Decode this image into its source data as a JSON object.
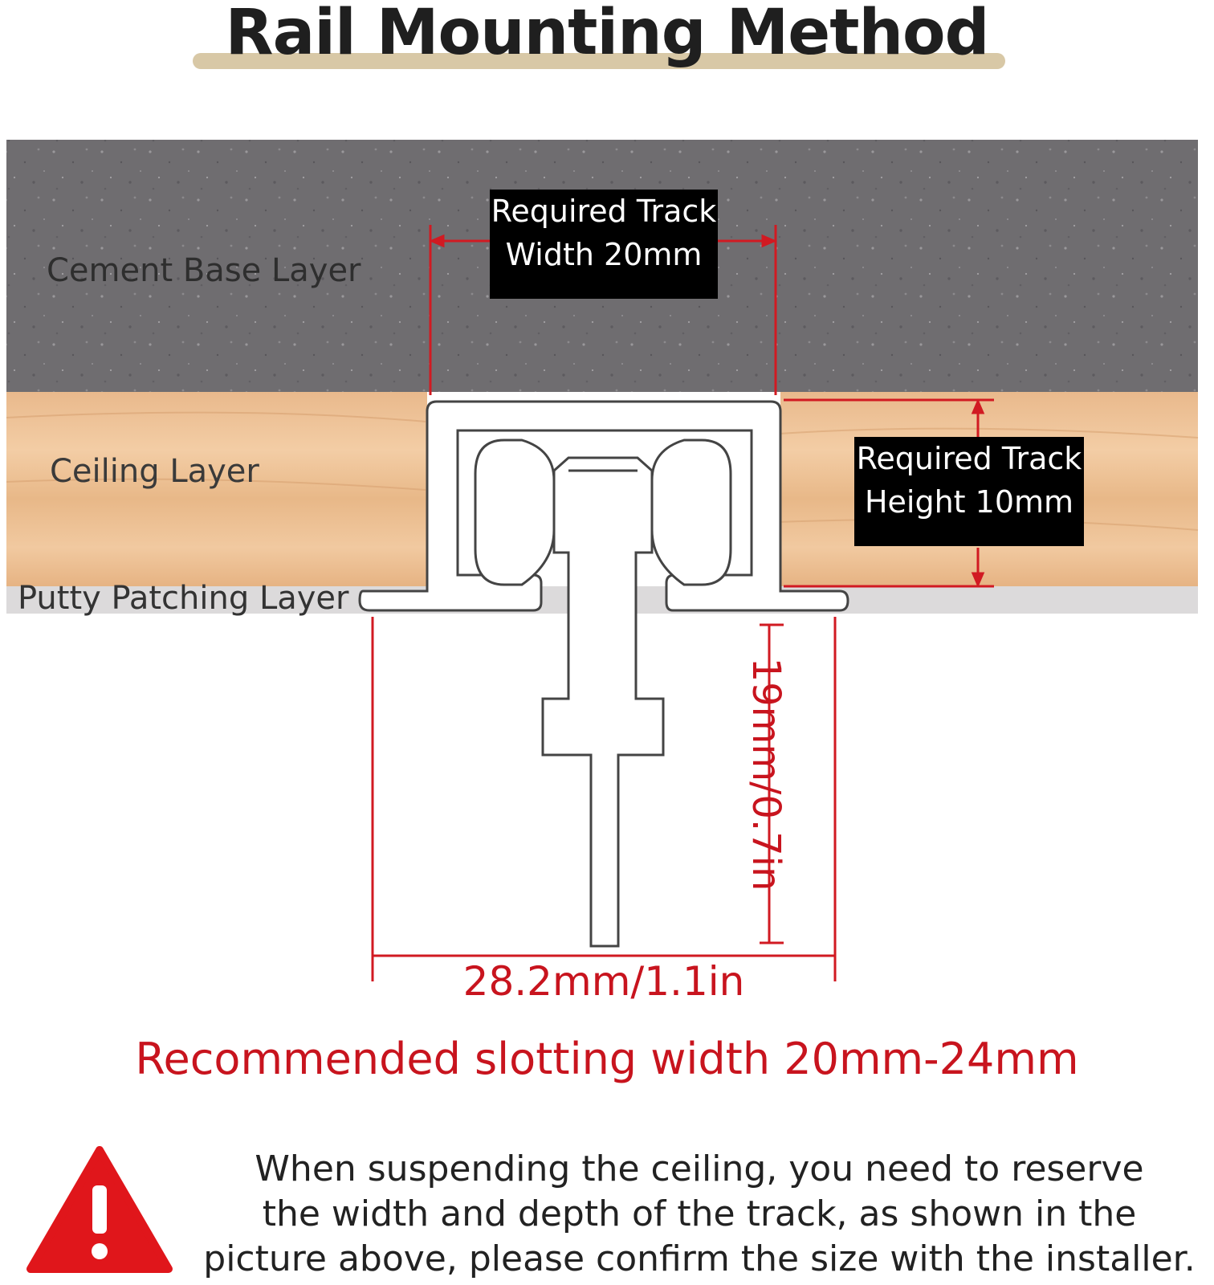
{
  "title": "Rail Mounting Method",
  "layers": {
    "cement": "Cement Base Layer",
    "ceiling": "Ceiling Layer",
    "putty": "Putty Patching Layer"
  },
  "dimensions": {
    "track_width_line1": "Required Track",
    "track_width_line2": "Width 20mm",
    "track_height_line1": "Required Track",
    "track_height_line2": "Height 10mm",
    "wheel_height": "19mm/0.7in",
    "overall_width": "28.2mm/1.1in"
  },
  "recommendation": "Recommended slotting width 20mm-24mm",
  "warning": {
    "icon": "warning-triangle-icon",
    "line1": "When suspending the ceiling, you need to reserve",
    "line2": "the width and depth of the track, as shown in the",
    "line3": "picture above, please confirm the size with the installer."
  },
  "colors": {
    "dimension_red": "#c8141e",
    "cement": "#6e6c6e",
    "wood": "#e9b98e",
    "title_underline": "#d8c8a6"
  }
}
